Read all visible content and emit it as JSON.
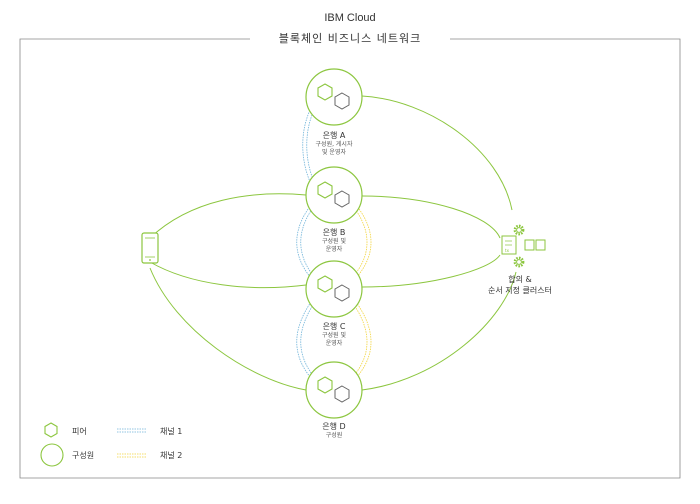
{
  "title": "IBM Cloud",
  "network_name": "블록체인 비즈니스 네트워크",
  "banks": [
    {
      "name": "은행 A",
      "role_line1": "구성원, 게시자",
      "role_line2": "및 운영자"
    },
    {
      "name": "은행 B",
      "role_line1": "구성원 및",
      "role_line2": "운영자"
    },
    {
      "name": "은행 C",
      "role_line1": "구성원 및",
      "role_line2": "운영자"
    },
    {
      "name": "은행 D",
      "role_line1": "구성원",
      "role_line2": ""
    }
  ],
  "orderer": {
    "line1": "합의 &",
    "line2": "순서 지정 클러스터"
  },
  "legend": {
    "peer": "피어",
    "member": "구성원",
    "channel1": "채널 1",
    "channel2": "채널 2"
  },
  "colors": {
    "green": "#8cc63f",
    "blue": "#6fb3d9",
    "yellow": "#f2d43a",
    "gray": "#666666",
    "frame": "#888888"
  },
  "icons": {
    "device": "mobile-device-icon",
    "orderer": "gear-ledger-icon"
  }
}
